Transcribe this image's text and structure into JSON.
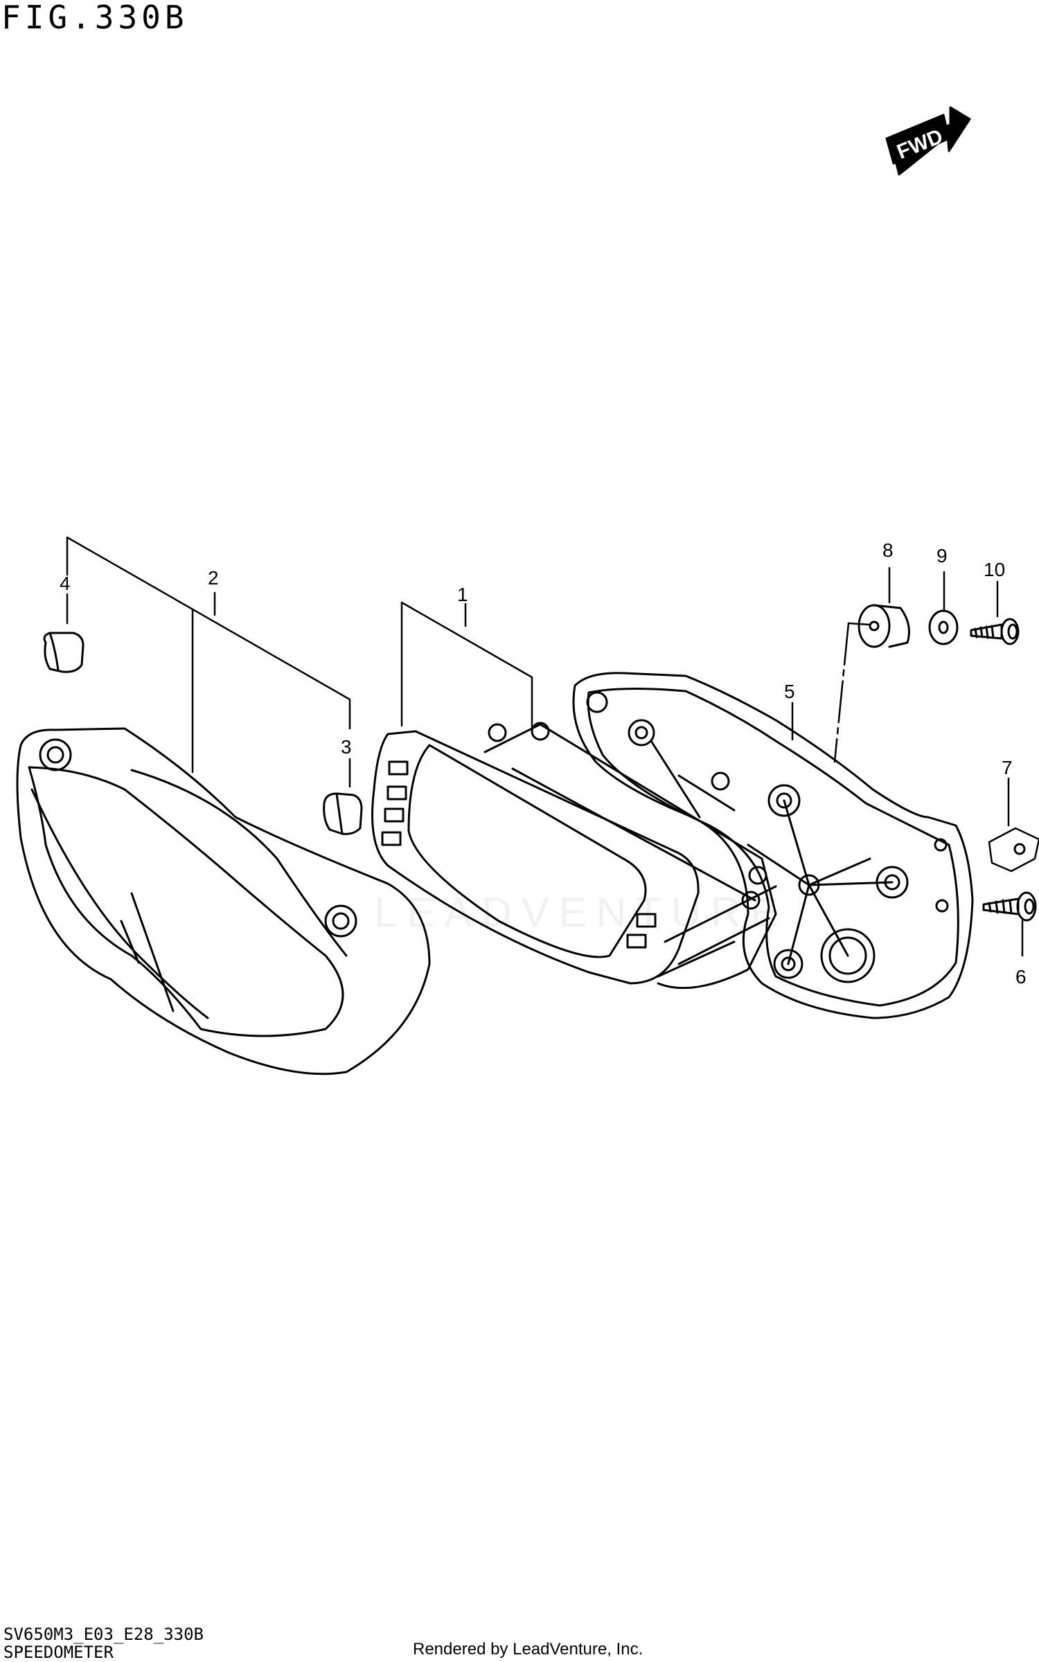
{
  "header": {
    "figure_title": "FIG.330B"
  },
  "direction_marker": {
    "label": "FWD",
    "icon": "forward-arrow-icon"
  },
  "callouts": [
    "1",
    "2",
    "3",
    "4",
    "5",
    "6",
    "7",
    "8",
    "9",
    "10"
  ],
  "watermark": {
    "text": "LEADVENTURE"
  },
  "footer": {
    "model_code": "SV650M3_E03_E28_330B",
    "section_name": "SPEEDOMETER",
    "credit": "Rendered by LeadVenture, Inc."
  }
}
